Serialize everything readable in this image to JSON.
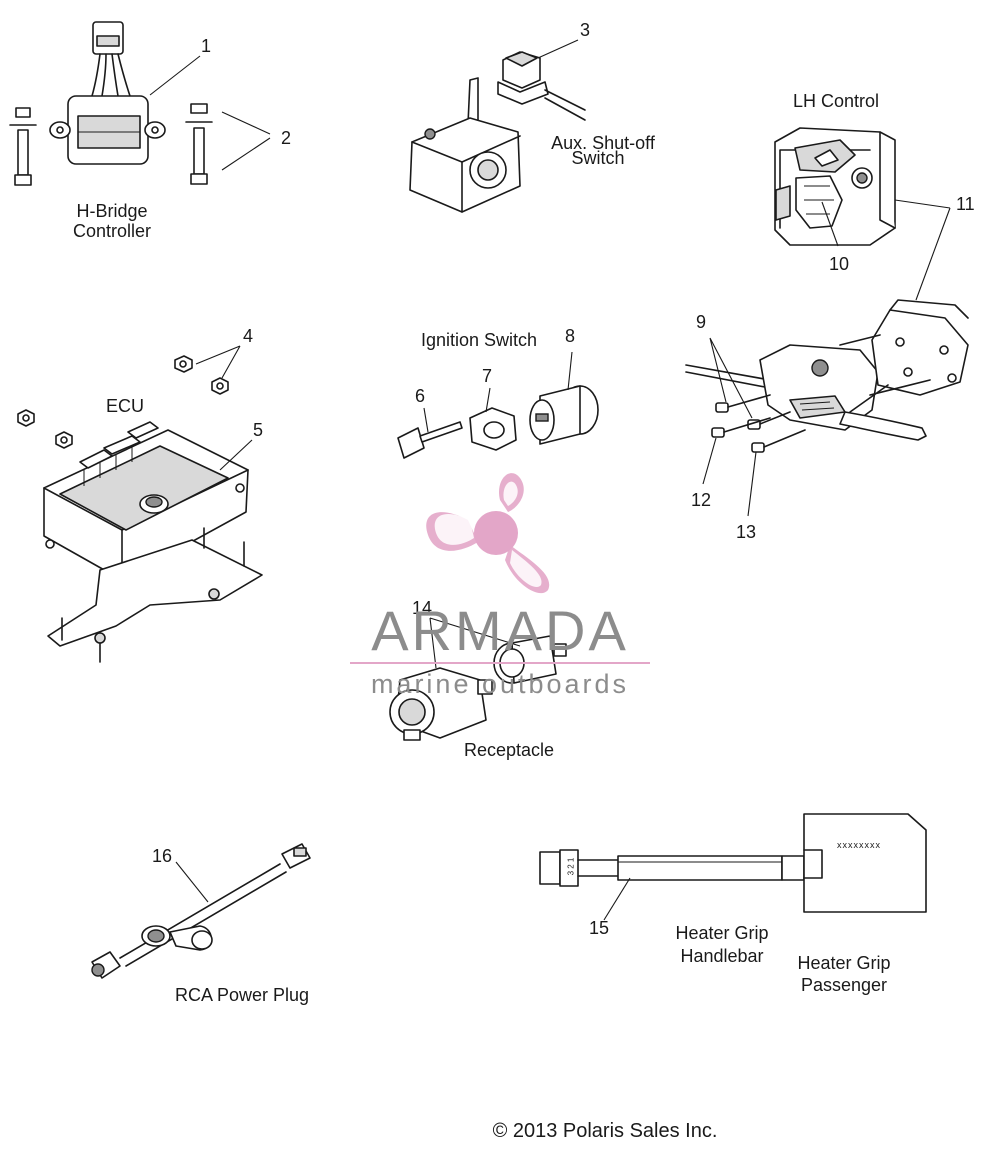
{
  "parts": {
    "hbridge": {
      "number": "1",
      "caption": "H-Bridge\nController",
      "caption_l1": "H-Bridge",
      "caption_l2": "Controller"
    },
    "bolts": {
      "number": "2"
    },
    "aux_switch": {
      "number": "3",
      "caption_l1": "Aux. Shut-off",
      "caption_l2": "Switch"
    },
    "nuts": {
      "number": "4"
    },
    "ecu": {
      "number": "5",
      "caption": "ECU"
    },
    "key": {
      "number": "6"
    },
    "ignition_nut": {
      "number": "7"
    },
    "ignition_switch": {
      "number": "8",
      "caption": "Ignition Switch"
    },
    "screws_9": {
      "number": "9"
    },
    "lh_control_switch": {
      "number": "10"
    },
    "lh_control_housing": {
      "number": "11",
      "caption": "LH Control"
    },
    "screw_12": {
      "number": "12"
    },
    "screw_13": {
      "number": "13"
    },
    "receptacle": {
      "number": "14",
      "caption": "Receptacle"
    },
    "heater_grip": {
      "number": "15",
      "caption_handlebar_l1": "Heater Grip",
      "caption_handlebar_l2": "Handlebar",
      "caption_passenger_l1": "Heater Grip",
      "caption_passenger_l2": "Passenger"
    },
    "rca_plug": {
      "number": "16",
      "caption": "RCA Power Plug"
    }
  },
  "watermark": {
    "brand": "ARMADA",
    "tagline": "marine outboards",
    "colors": {
      "logo": "#e3a6c8",
      "text": "#8c8c8c"
    }
  },
  "heater_pad_marking": "xxxxxxxx",
  "connector_marking": "3 2 1",
  "copyright": "© 2013 Polaris Sales Inc."
}
